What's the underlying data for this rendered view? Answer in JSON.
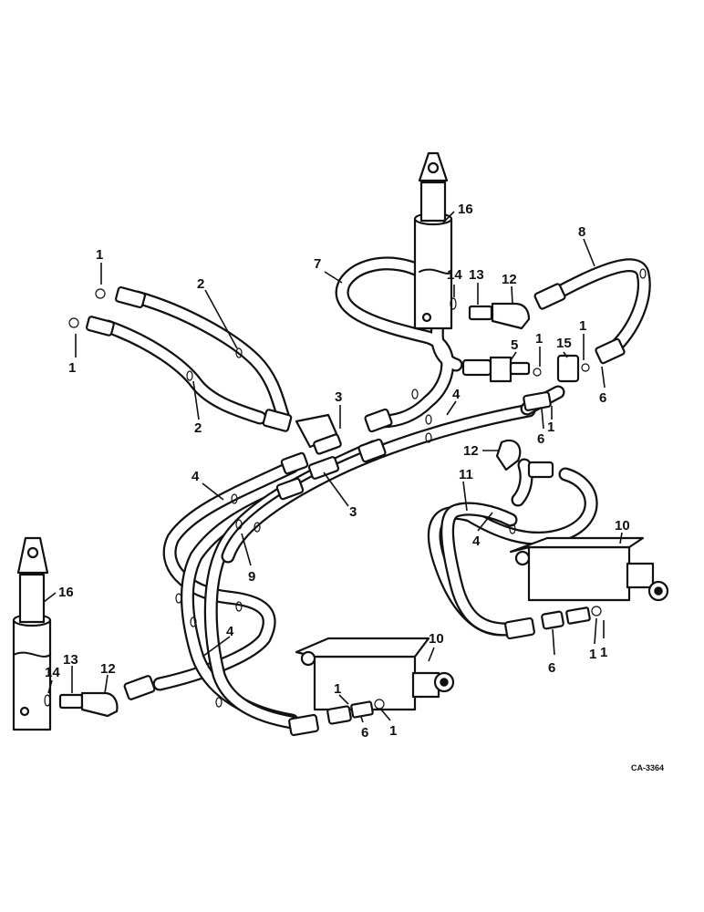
{
  "diagram": {
    "reference_code": "CA-3364",
    "callouts": {
      "c1a": "1",
      "c1b": "1",
      "c1c": "1",
      "c1d": "1",
      "c1e": "1",
      "c1f": "1",
      "c1g": "1",
      "c1h": "1",
      "c1i": "1",
      "c2a": "2",
      "c2b": "2",
      "c3a": "3",
      "c3b": "3",
      "c4a": "4",
      "c4b": "4",
      "c4c": "4",
      "c4d": "4",
      "c5": "5",
      "c6a": "6",
      "c6b": "6",
      "c6c": "6",
      "c6d": "6",
      "c7": "7",
      "c8": "8",
      "c9": "9",
      "c10a": "10",
      "c10b": "10",
      "c11": "11",
      "c12a": "12",
      "c12b": "12",
      "c12c": "12",
      "c13a": "13",
      "c13b": "13",
      "c14a": "14",
      "c14b": "14",
      "c15": "15",
      "c16a": "16",
      "c16b": "16"
    }
  }
}
